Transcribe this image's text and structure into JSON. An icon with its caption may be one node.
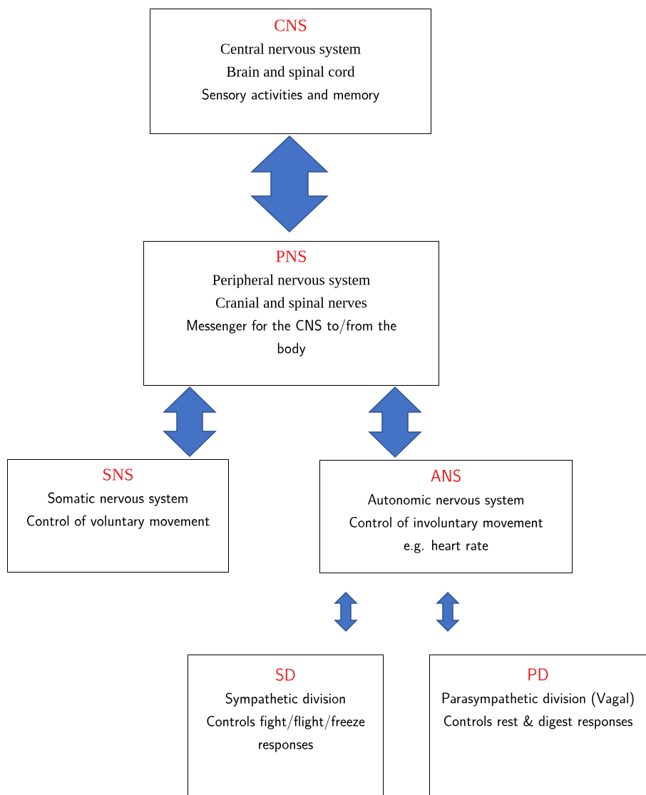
{
  "diagram": {
    "nodes": [
      {
        "text": [
          "CNS",
          "Central nervous system",
          "Brain and spinal cord",
          "Sensory activities and memory"
        ]
      },
      {
        "text": [
          "PNS",
          "Peripheral nervous system",
          "Cranial and spinal nerves",
          "Messenger for the CNS to/from the body"
        ]
      },
      {
        "text": [
          "SNS",
          "Somatic nervous system",
          "Control of voluntary movement"
        ]
      },
      {
        "text": [
          "ANS",
          "Autonomic nervous system",
          "Control of involuntary movement e.g. heart rate"
        ]
      },
      {
        "text": [
          "SD",
          "Sympathetic division",
          "Controls fight/flight/freeze responses"
        ]
      },
      {
        "text": [
          "PD",
          "Parasympathetic division (Vagal)",
          "Controls rest & digest responses"
        ]
      }
    ],
    "edges": [
      {
        "from": 0,
        "to": 1,
        "arrow": "both"
      },
      {
        "from": 1,
        "to": 2,
        "arrow": "both"
      },
      {
        "from": 1,
        "to": 3,
        "arrow": "both"
      },
      {
        "from": 3,
        "to": 4,
        "arrow": "both"
      },
      {
        "from": 3,
        "to": 5,
        "arrow": "both"
      }
    ]
  }
}
